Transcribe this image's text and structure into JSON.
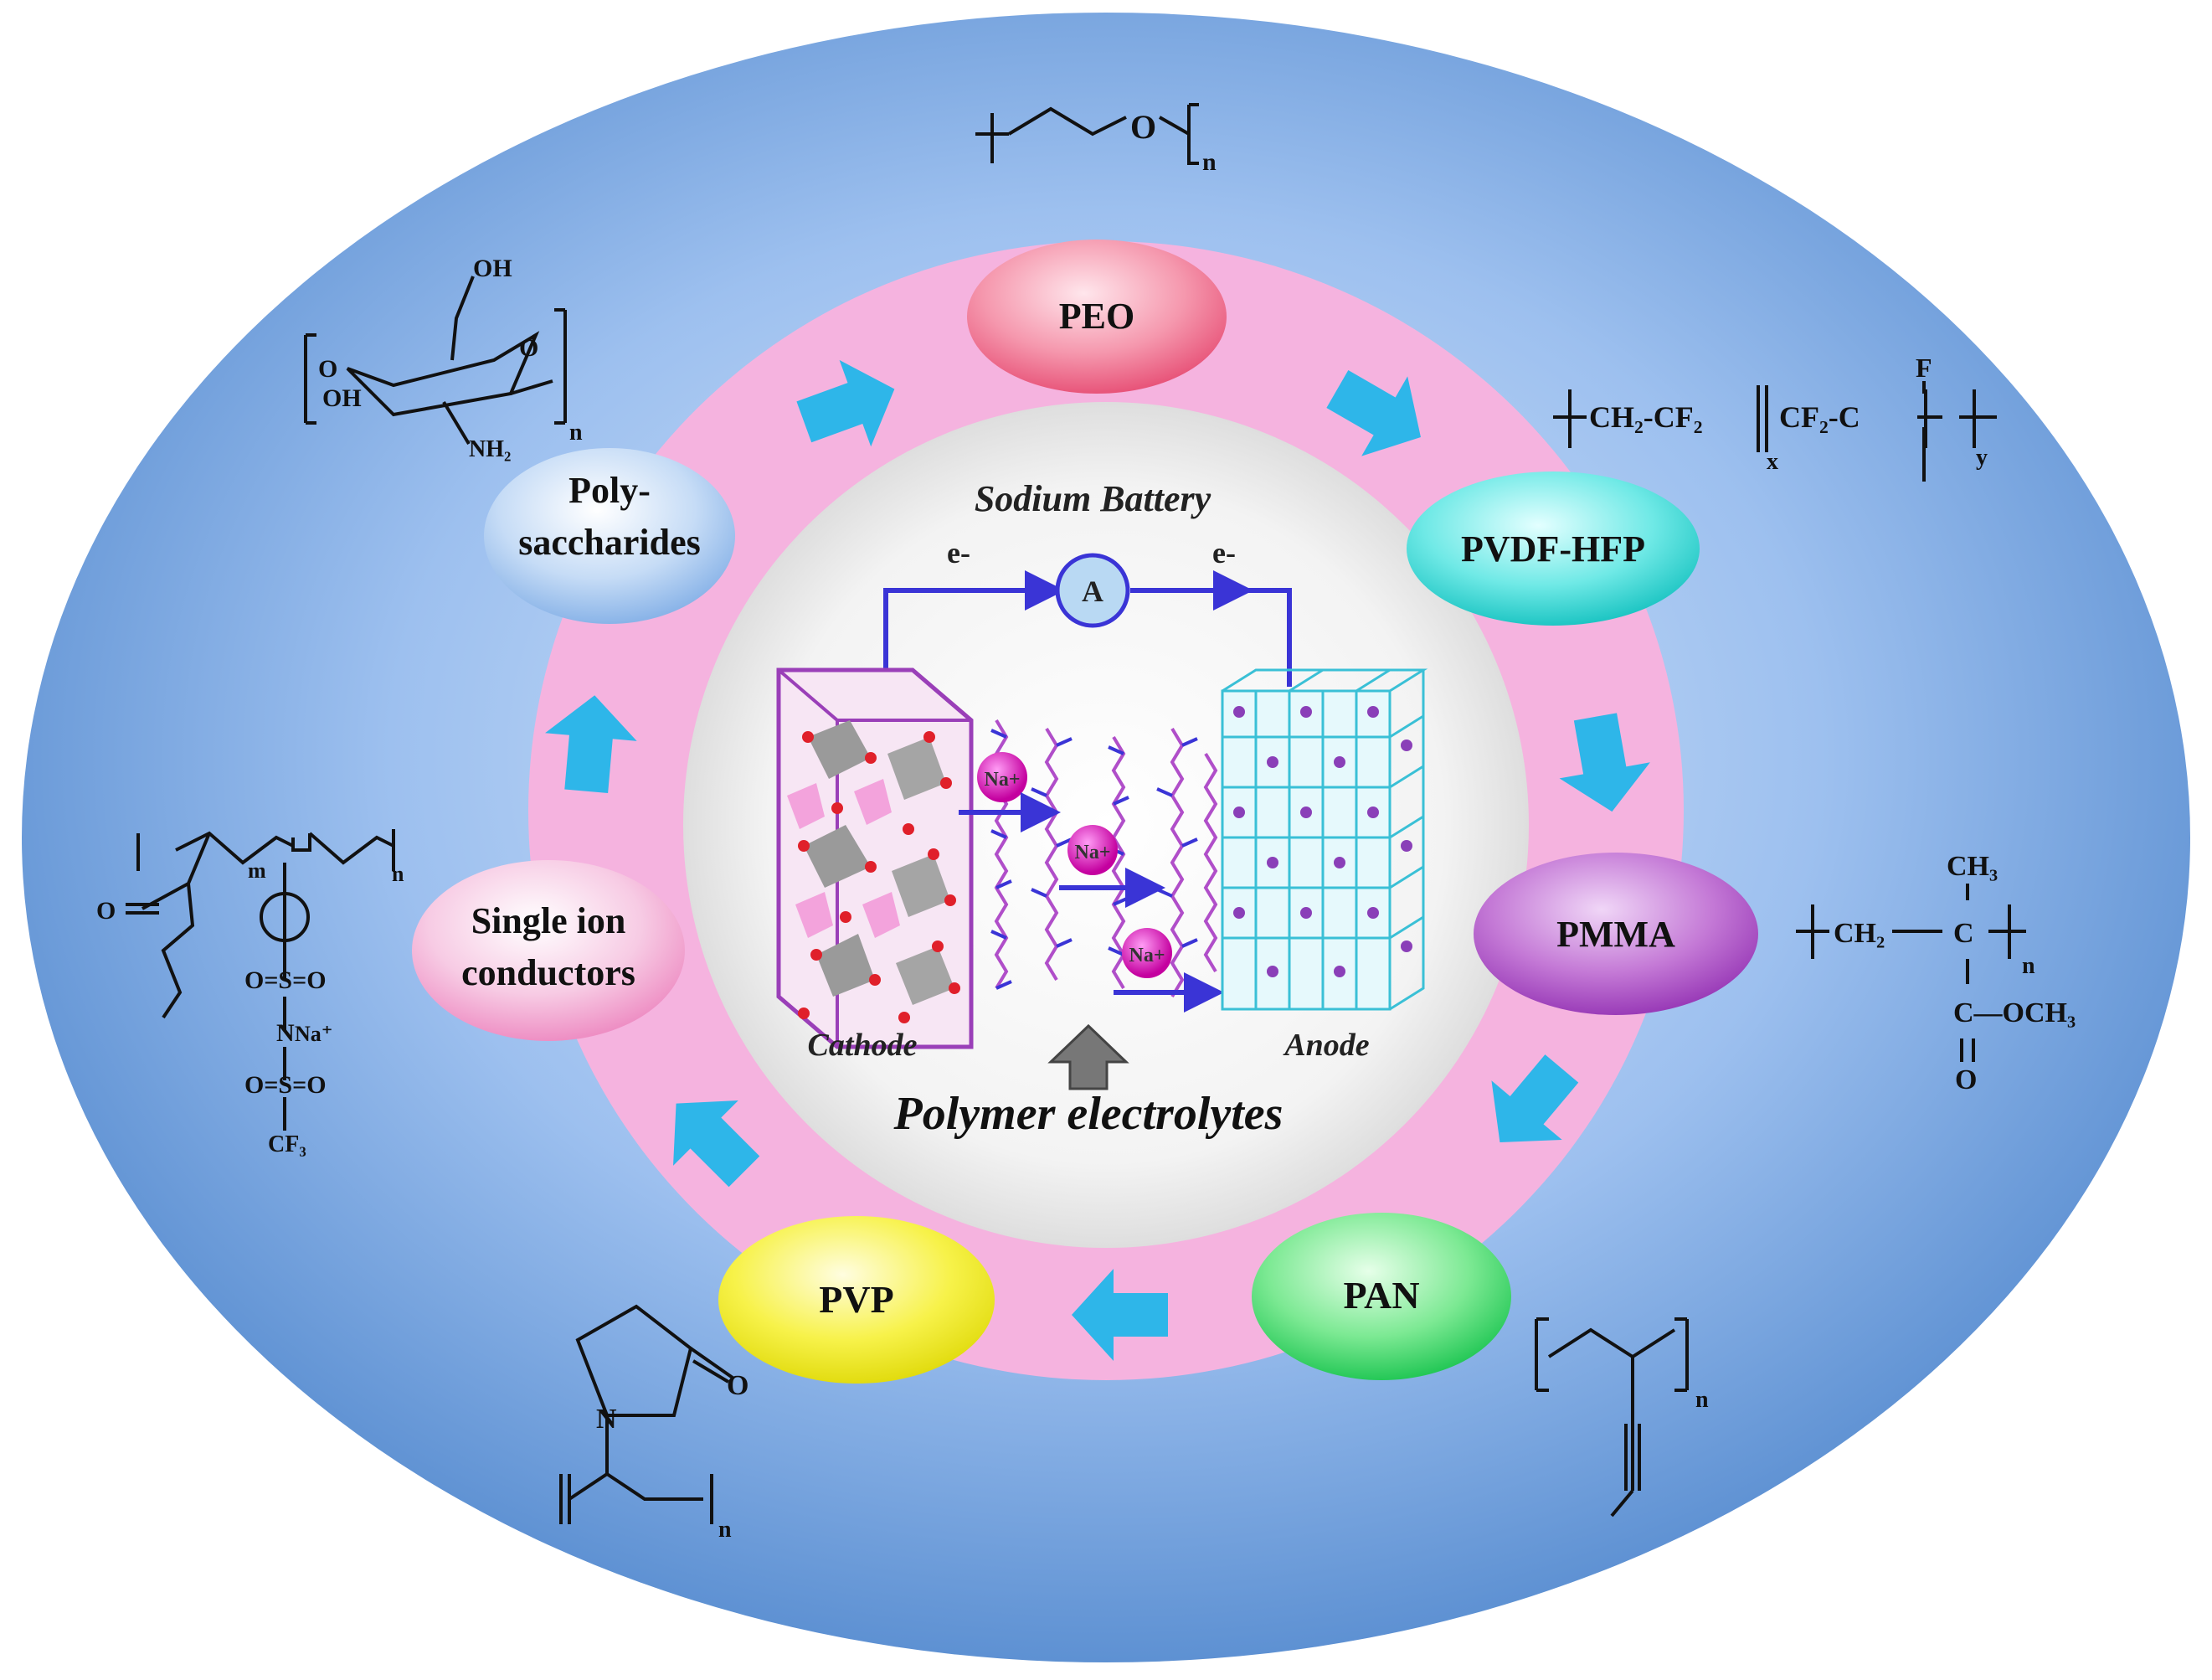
{
  "diagram": {
    "center_title": "Sodium Battery",
    "bottom_title": "Polymer electrolytes",
    "cathode_label": "Cathode",
    "anode_label": "Anode",
    "ammeter_label": "A",
    "electron_left": "e-",
    "electron_right": "e-",
    "ion_label": "Na+"
  },
  "nodes": [
    {
      "id": "peo",
      "label": "PEO",
      "color": "#f26d8a"
    },
    {
      "id": "pvdf",
      "label": "PVDF-HFP",
      "color": "#33d8d4"
    },
    {
      "id": "pmma",
      "label": "PMMA",
      "color": "#b04ec9"
    },
    {
      "id": "pan",
      "label": "PAN",
      "color": "#3ddc6a"
    },
    {
      "id": "pvp",
      "label": "PVP",
      "color": "#f3ef1f"
    },
    {
      "id": "sic",
      "line1": "Single ion",
      "line2": "conductors",
      "color": "#f3a5cf"
    },
    {
      "id": "poly",
      "line1": "Poly-",
      "line2": "saccharides",
      "color": "#9cc2ee"
    }
  ],
  "colors": {
    "outer_ellipse": "#5b94d6",
    "pink_ring": "#f5b3df",
    "inner_circle": "#f3f3f3",
    "arrow": "#2eb6e9",
    "circuit": "#3a34d6",
    "cathode": "#9a3fb8",
    "anode": "#3ac0d6",
    "ion": "#e01fd0"
  },
  "chem": {
    "peo_o": "O",
    "n": "n",
    "pvdf_left": "CH₂-CF₂",
    "pvdf_right": "CF₂-C",
    "pvdf_f": "F",
    "pvdf_x": "x",
    "pvdf_y": "y",
    "pmma_ch3": "CH₃",
    "pmma_ch2": "CH₂",
    "pmma_c": "C",
    "pmma_ester": "C—OCH₃",
    "pmma_o": "O",
    "pvp_n": "N",
    "pvp_o": "O",
    "poly_oh": "OH",
    "poly_o": "O",
    "poly_nh2": "NH₂",
    "sic_o": "O",
    "sic_so2": "O=S=O",
    "sic_n": "N",
    "sic_na": "Na⁺",
    "sic_cf3": "CF₃",
    "sic_m": "m"
  }
}
